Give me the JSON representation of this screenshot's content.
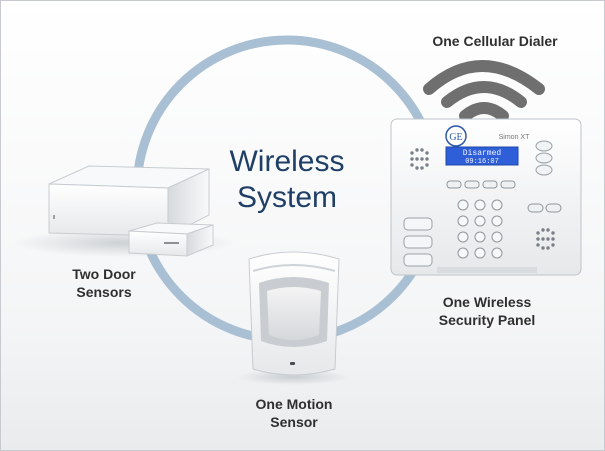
{
  "center": {
    "line1": "Wireless",
    "line2": "System"
  },
  "devices": {
    "dialer": {
      "label": "One Cellular Dialer"
    },
    "panel": {
      "line1": "One Wireless",
      "line2": "Security Panel",
      "brand": "GE",
      "model": "Simon XT",
      "display_line1": "Disarmed",
      "display_line2": "09:16:07"
    },
    "doors": {
      "line1": "Two Door",
      "line2": "Sensors"
    },
    "motion": {
      "line1": "One Motion",
      "line2": "Sensor"
    }
  },
  "colors": {
    "ring": "#a9bfd3",
    "title": "#1f3f66",
    "label": "#2f2f2f",
    "signal": "#6f6f6f",
    "lcd": "#2e5fd8"
  }
}
